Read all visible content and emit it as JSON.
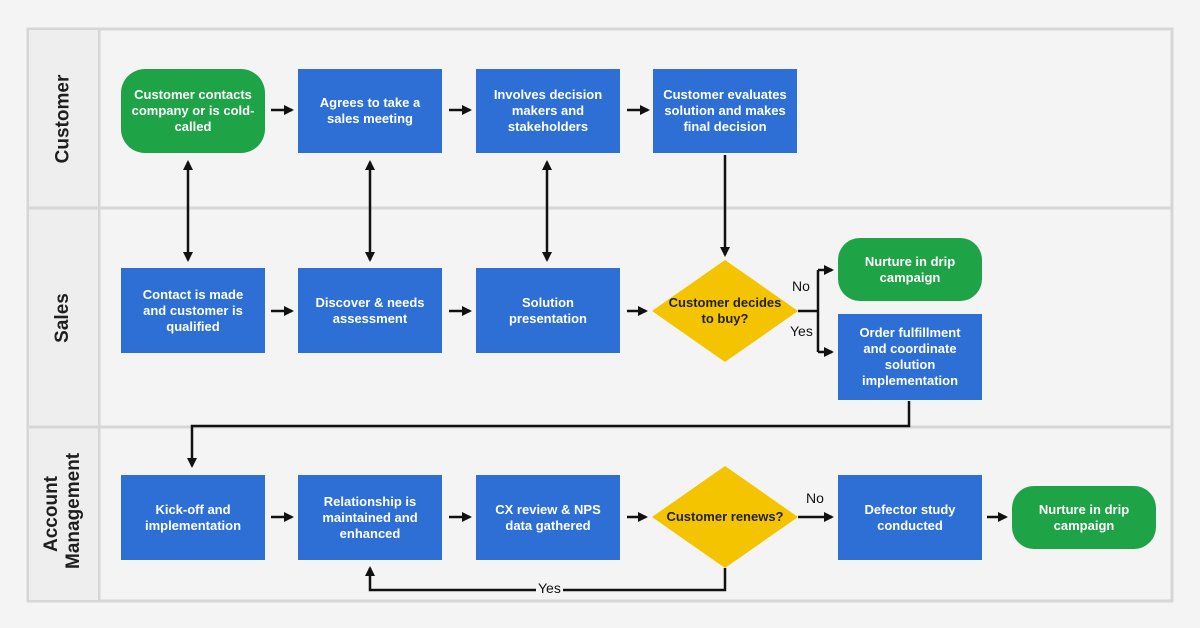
{
  "lanes": {
    "customer": "Customer",
    "sales": "Sales",
    "account": "Account Management"
  },
  "nodes": {
    "customer_contacts": "Customer contacts company or is cold-called",
    "agrees_meeting": "Agrees to take a sales meeting",
    "involves_decision": "Involves decision makers and stakeholders",
    "customer_evaluates": "Customer evaluates solution and makes final decision",
    "contact_made": "Contact is made and customer is qualified",
    "discover_needs": "Discover & needs assessment",
    "solution_presentation": "Solution presentation",
    "decides_to_buy": "Customer decides to buy?",
    "nurture_drip_sales": "Nurture in drip campaign",
    "order_fulfillment": "Order fulfillment and coordinate solution implementation",
    "kickoff": "Kick-off and implementation",
    "relationship": "Relationship is maintained and enhanced",
    "cx_review": "CX review & NPS data gathered",
    "customer_renews": "Customer renews?",
    "defector_study": "Defector study conducted",
    "nurture_drip_account": "Nurture in drip campaign"
  },
  "edge_labels": {
    "sales_no": "No",
    "sales_yes": "Yes",
    "account_no": "No",
    "account_yes": "Yes"
  },
  "colors": {
    "process": "#2e6fd6",
    "terminal": "#1ea347",
    "decision": "#f5c400",
    "lane_border": "#d6d6d6"
  }
}
